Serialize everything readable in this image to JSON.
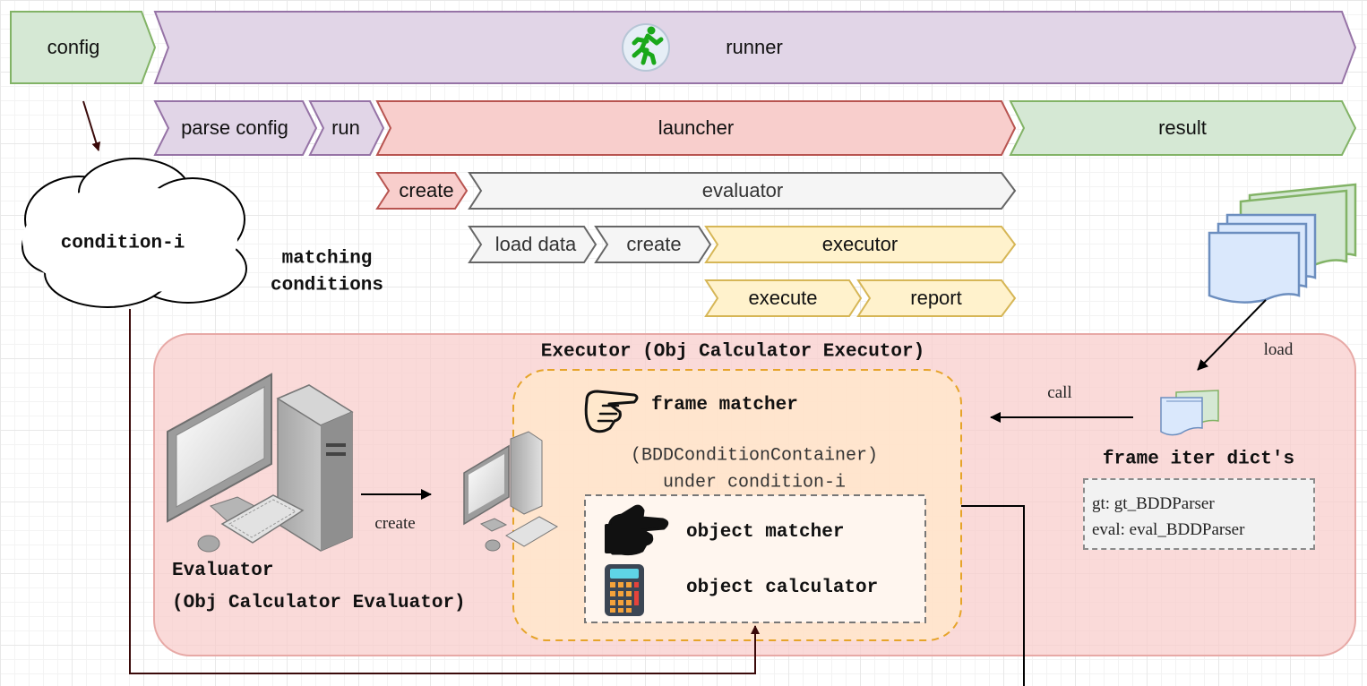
{
  "pipeline": {
    "config": "config",
    "runner": "runner",
    "parse_config": "parse config",
    "run": "run",
    "launcher": "launcher",
    "result": "result",
    "create_evaluator": "create",
    "evaluator": "evaluator",
    "load_data": "load data",
    "create_executor": "create",
    "executor": "executor",
    "execute": "execute",
    "report": "report"
  },
  "conditions": {
    "cloud_label": "condition-i",
    "matching_label_line1": "matching",
    "matching_label_line2": "conditions"
  },
  "detail": {
    "executor_title": "Executor (Obj Calculator Executor)",
    "evaluator_line1": "Evaluator",
    "evaluator_line2": "(Obj Calculator Evaluator)",
    "create_arrow": "create",
    "frame_matcher": "frame matcher",
    "container_line1": "(BDDConditionContainer)",
    "container_line2": "under condition-i",
    "object_matcher": "object matcher",
    "object_calculator": "object calculator",
    "load_arrow": "load",
    "call_arrow": "call",
    "frame_iter": "frame iter dict's",
    "parser_gt": "gt: gt_BDDParser",
    "parser_eval": "eval: eval_BDDParser"
  },
  "icons": [
    "running-man-icon",
    "desktop-computer-icon",
    "small-computer-icon",
    "pointing-hand-outline-icon",
    "pointing-hand-solid-icon",
    "calculator-icon",
    "document-stack-icon",
    "small-document-stack-icon"
  ],
  "colors": {
    "purple_fill": "#e1d5e7",
    "purple_stroke": "#9673a6",
    "green_fill": "#d5e8d4",
    "green_stroke": "#82b366",
    "red_fill": "#f8cecc",
    "red_stroke": "#b85450",
    "gray_fill": "#f5f5f5",
    "gray_stroke": "#666666",
    "yellow_fill": "#fff2cc",
    "yellow_stroke": "#d6b656",
    "orange_fill": "#ffe6cc",
    "orange_stroke": "#d79b00"
  }
}
